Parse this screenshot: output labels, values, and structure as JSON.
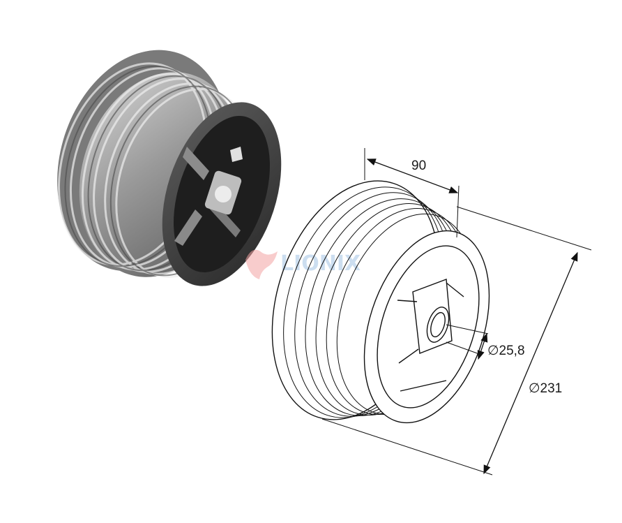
{
  "figure": {
    "dimensions": {
      "width_label": "90",
      "bore_label": "∅25,8",
      "outer_label": "∅231"
    },
    "watermark": "LIONIX",
    "colors": {
      "drum_metal": "#9a9a9a",
      "drum_dark": "#2b2b2b",
      "line": "#111111",
      "watermark": "#8fb8e0"
    }
  }
}
